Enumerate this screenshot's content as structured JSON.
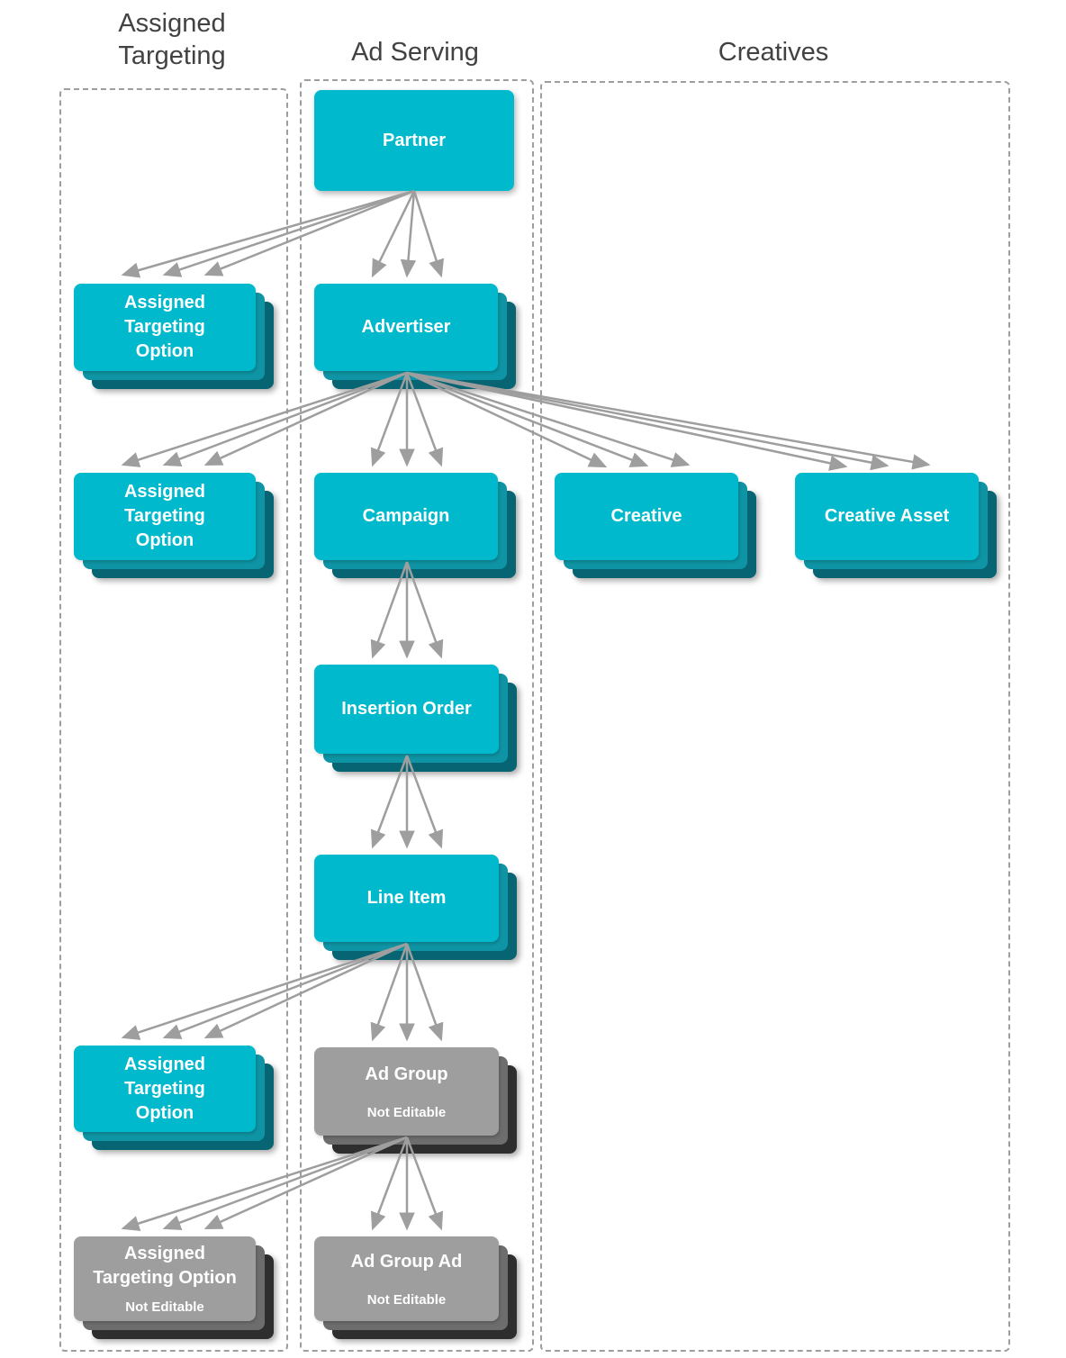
{
  "headers": {
    "assigned_targeting": "Assigned Targeting",
    "ad_serving": "Ad Serving",
    "creatives": "Creatives"
  },
  "nodes": {
    "partner": {
      "label": "Partner"
    },
    "assigned_targeting_option_partner": {
      "label": "Assigned Targeting Option"
    },
    "advertiser": {
      "label": "Advertiser"
    },
    "assigned_targeting_option_advertiser": {
      "label": "Assigned Targeting Option"
    },
    "campaign": {
      "label": "Campaign"
    },
    "creative": {
      "label": "Creative"
    },
    "creative_asset": {
      "label": "Creative Asset"
    },
    "insertion_order": {
      "label": "Insertion Order"
    },
    "line_item": {
      "label": "Line Item"
    },
    "assigned_targeting_option_line_item": {
      "label": "Assigned Targeting Option"
    },
    "ad_group": {
      "label": "Ad Group",
      "sublabel": "Not Editable"
    },
    "assigned_targeting_option_ad_group": {
      "label": "Assigned Targeting Option",
      "sublabel": "Not Editable"
    },
    "ad_group_ad": {
      "label": "Ad Group Ad",
      "sublabel": "Not Editable"
    }
  },
  "colors": {
    "editable_node": "#00B9CD",
    "editable_node_layer2": "#0E94A4",
    "editable_node_layer3": "#076472",
    "not_editable_node": "#9E9E9E",
    "not_editable_node_layer2": "#6D6D6D",
    "not_editable_node_layer3": "#2E2E2E",
    "arrow": "#9E9E9E",
    "column_border": "#9E9E9E",
    "header_text": "#424242",
    "node_text": "#FFFFFF"
  }
}
